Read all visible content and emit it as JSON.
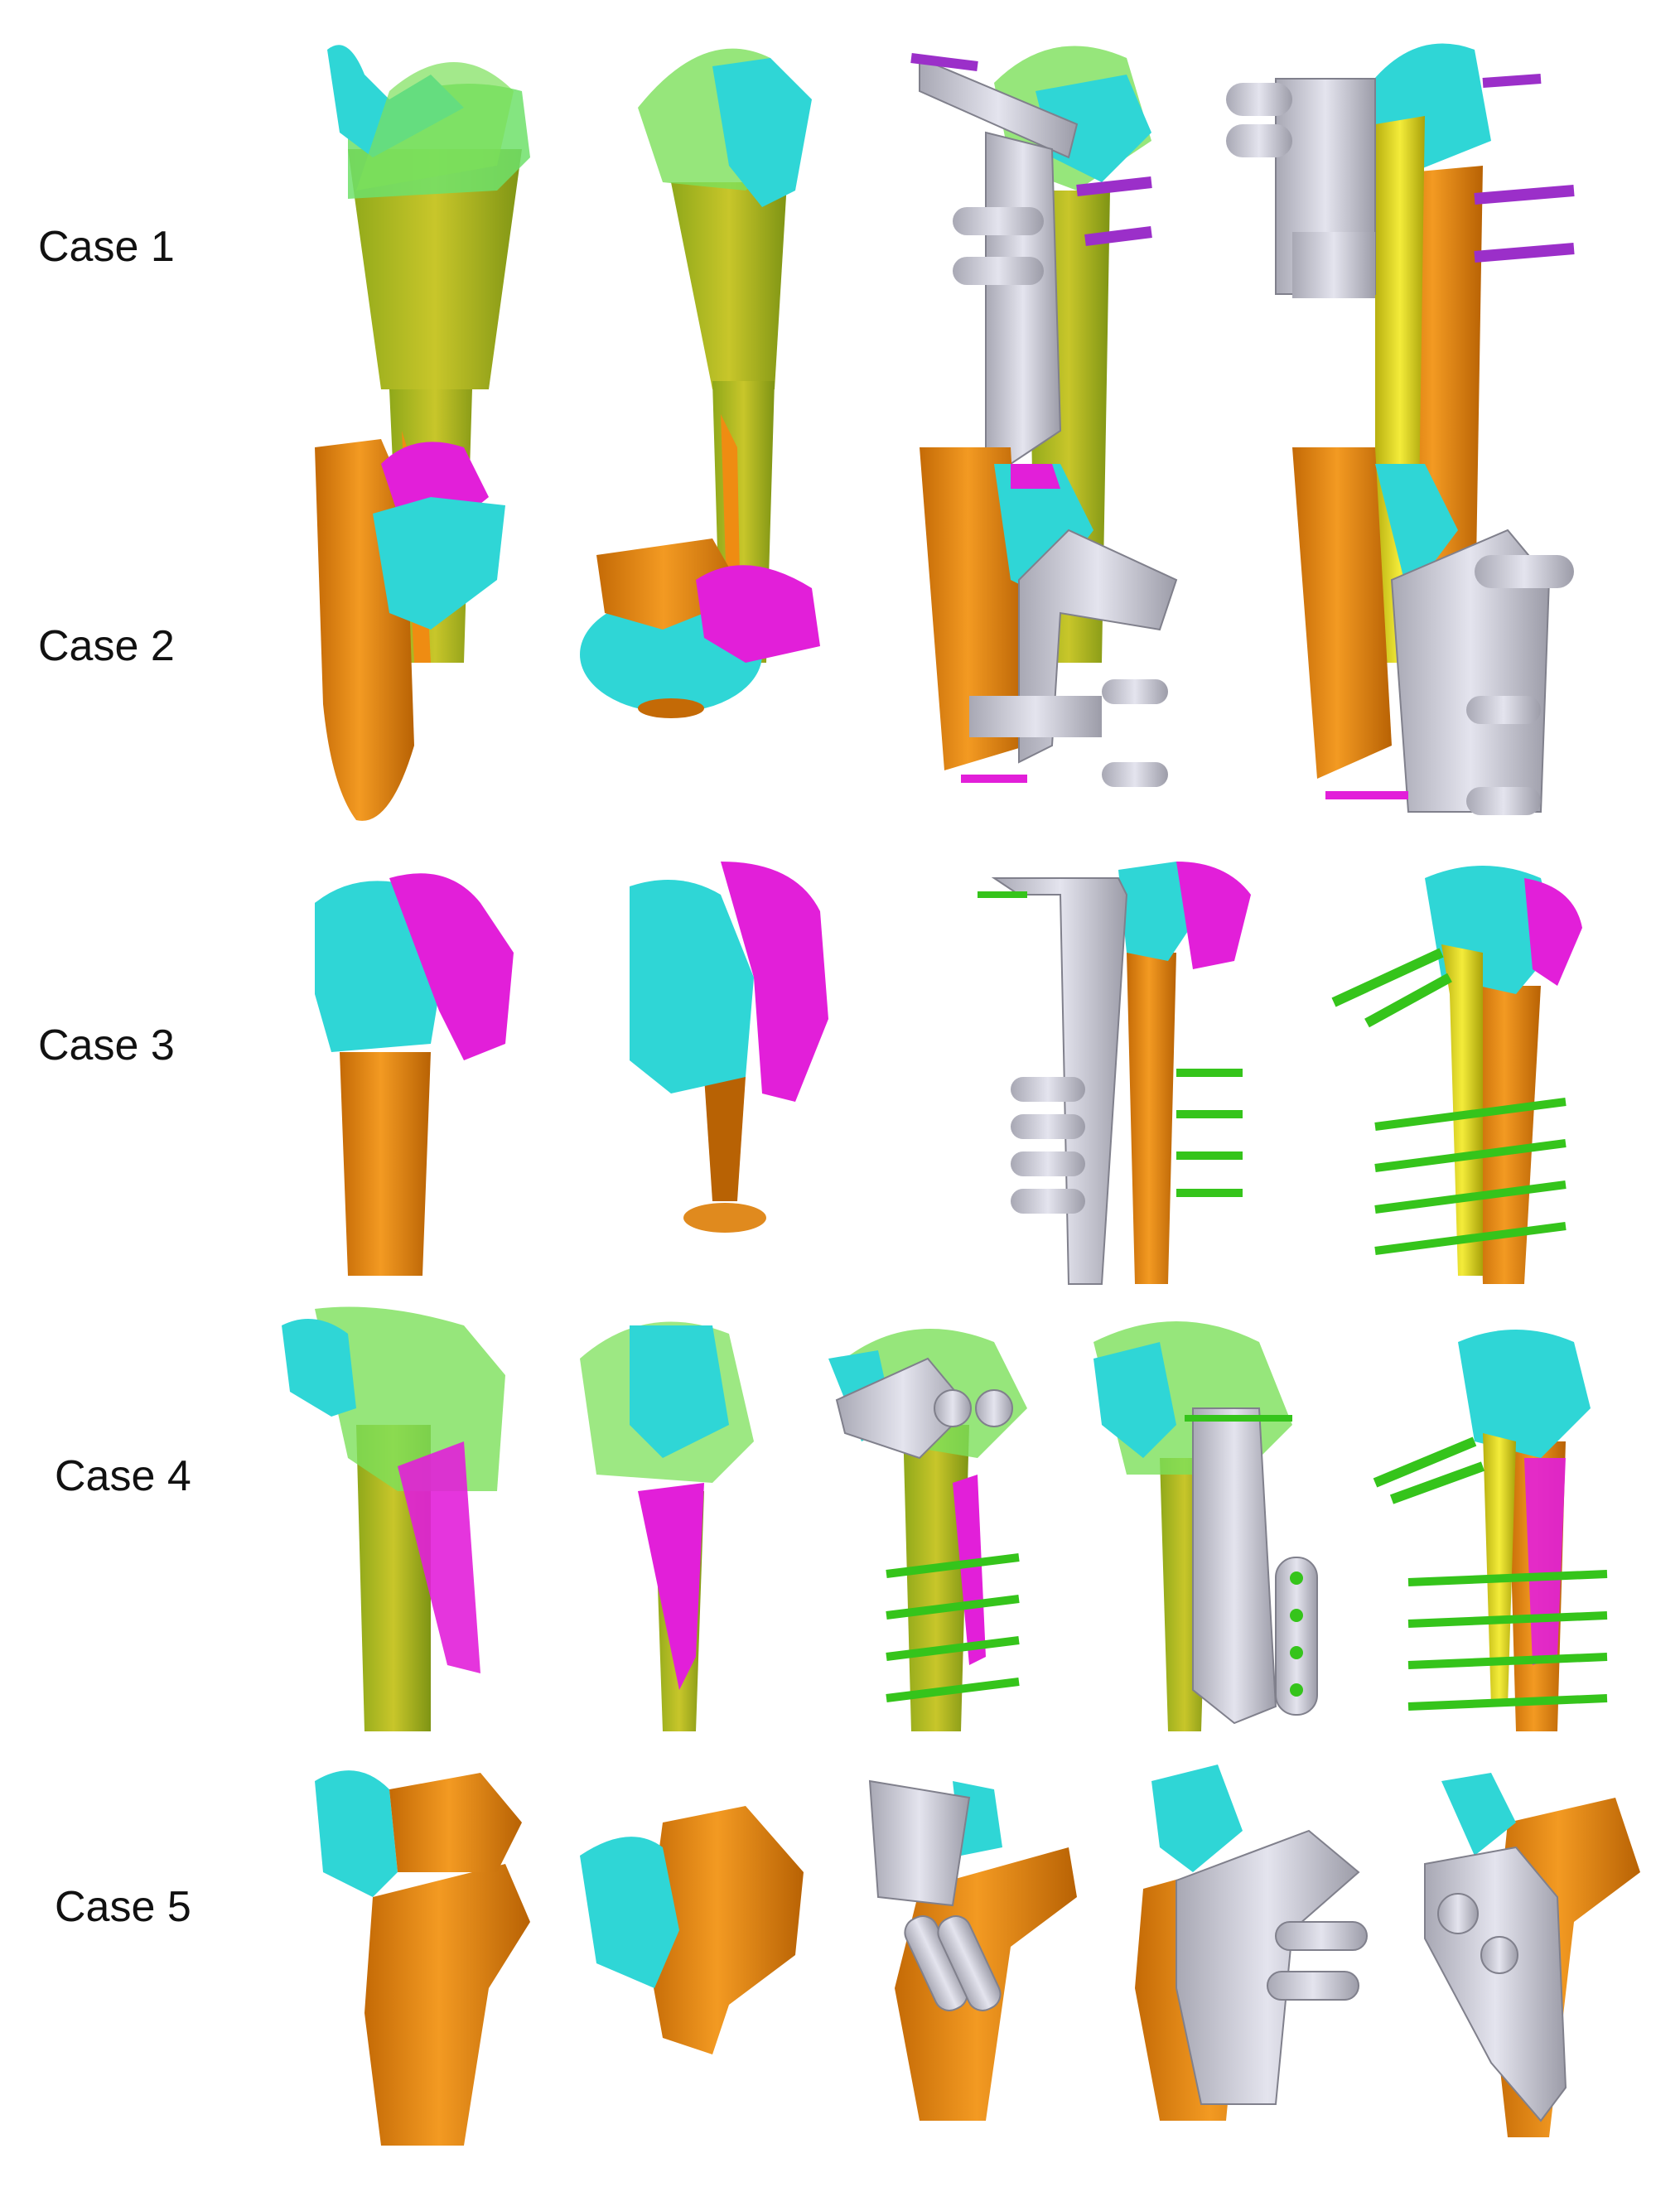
{
  "cases": [
    {
      "label": "Case 1"
    },
    {
      "label": "Case 2"
    },
    {
      "label": "Case 3"
    },
    {
      "label": "Case 4"
    },
    {
      "label": "Case 5"
    }
  ],
  "colors": {
    "bone": "#ef8c12",
    "fragment_cyan": "#2fd6d6",
    "fragment_magenta": "#e21fd9",
    "overlay_green": "#7ce05a",
    "guide_gray": "#c9c9d6",
    "guide_dark": "#9a9aa6",
    "plate_yellow": "#e9e01a",
    "pin_purple": "#9b2fc9",
    "pin_green": "#35c41b"
  }
}
